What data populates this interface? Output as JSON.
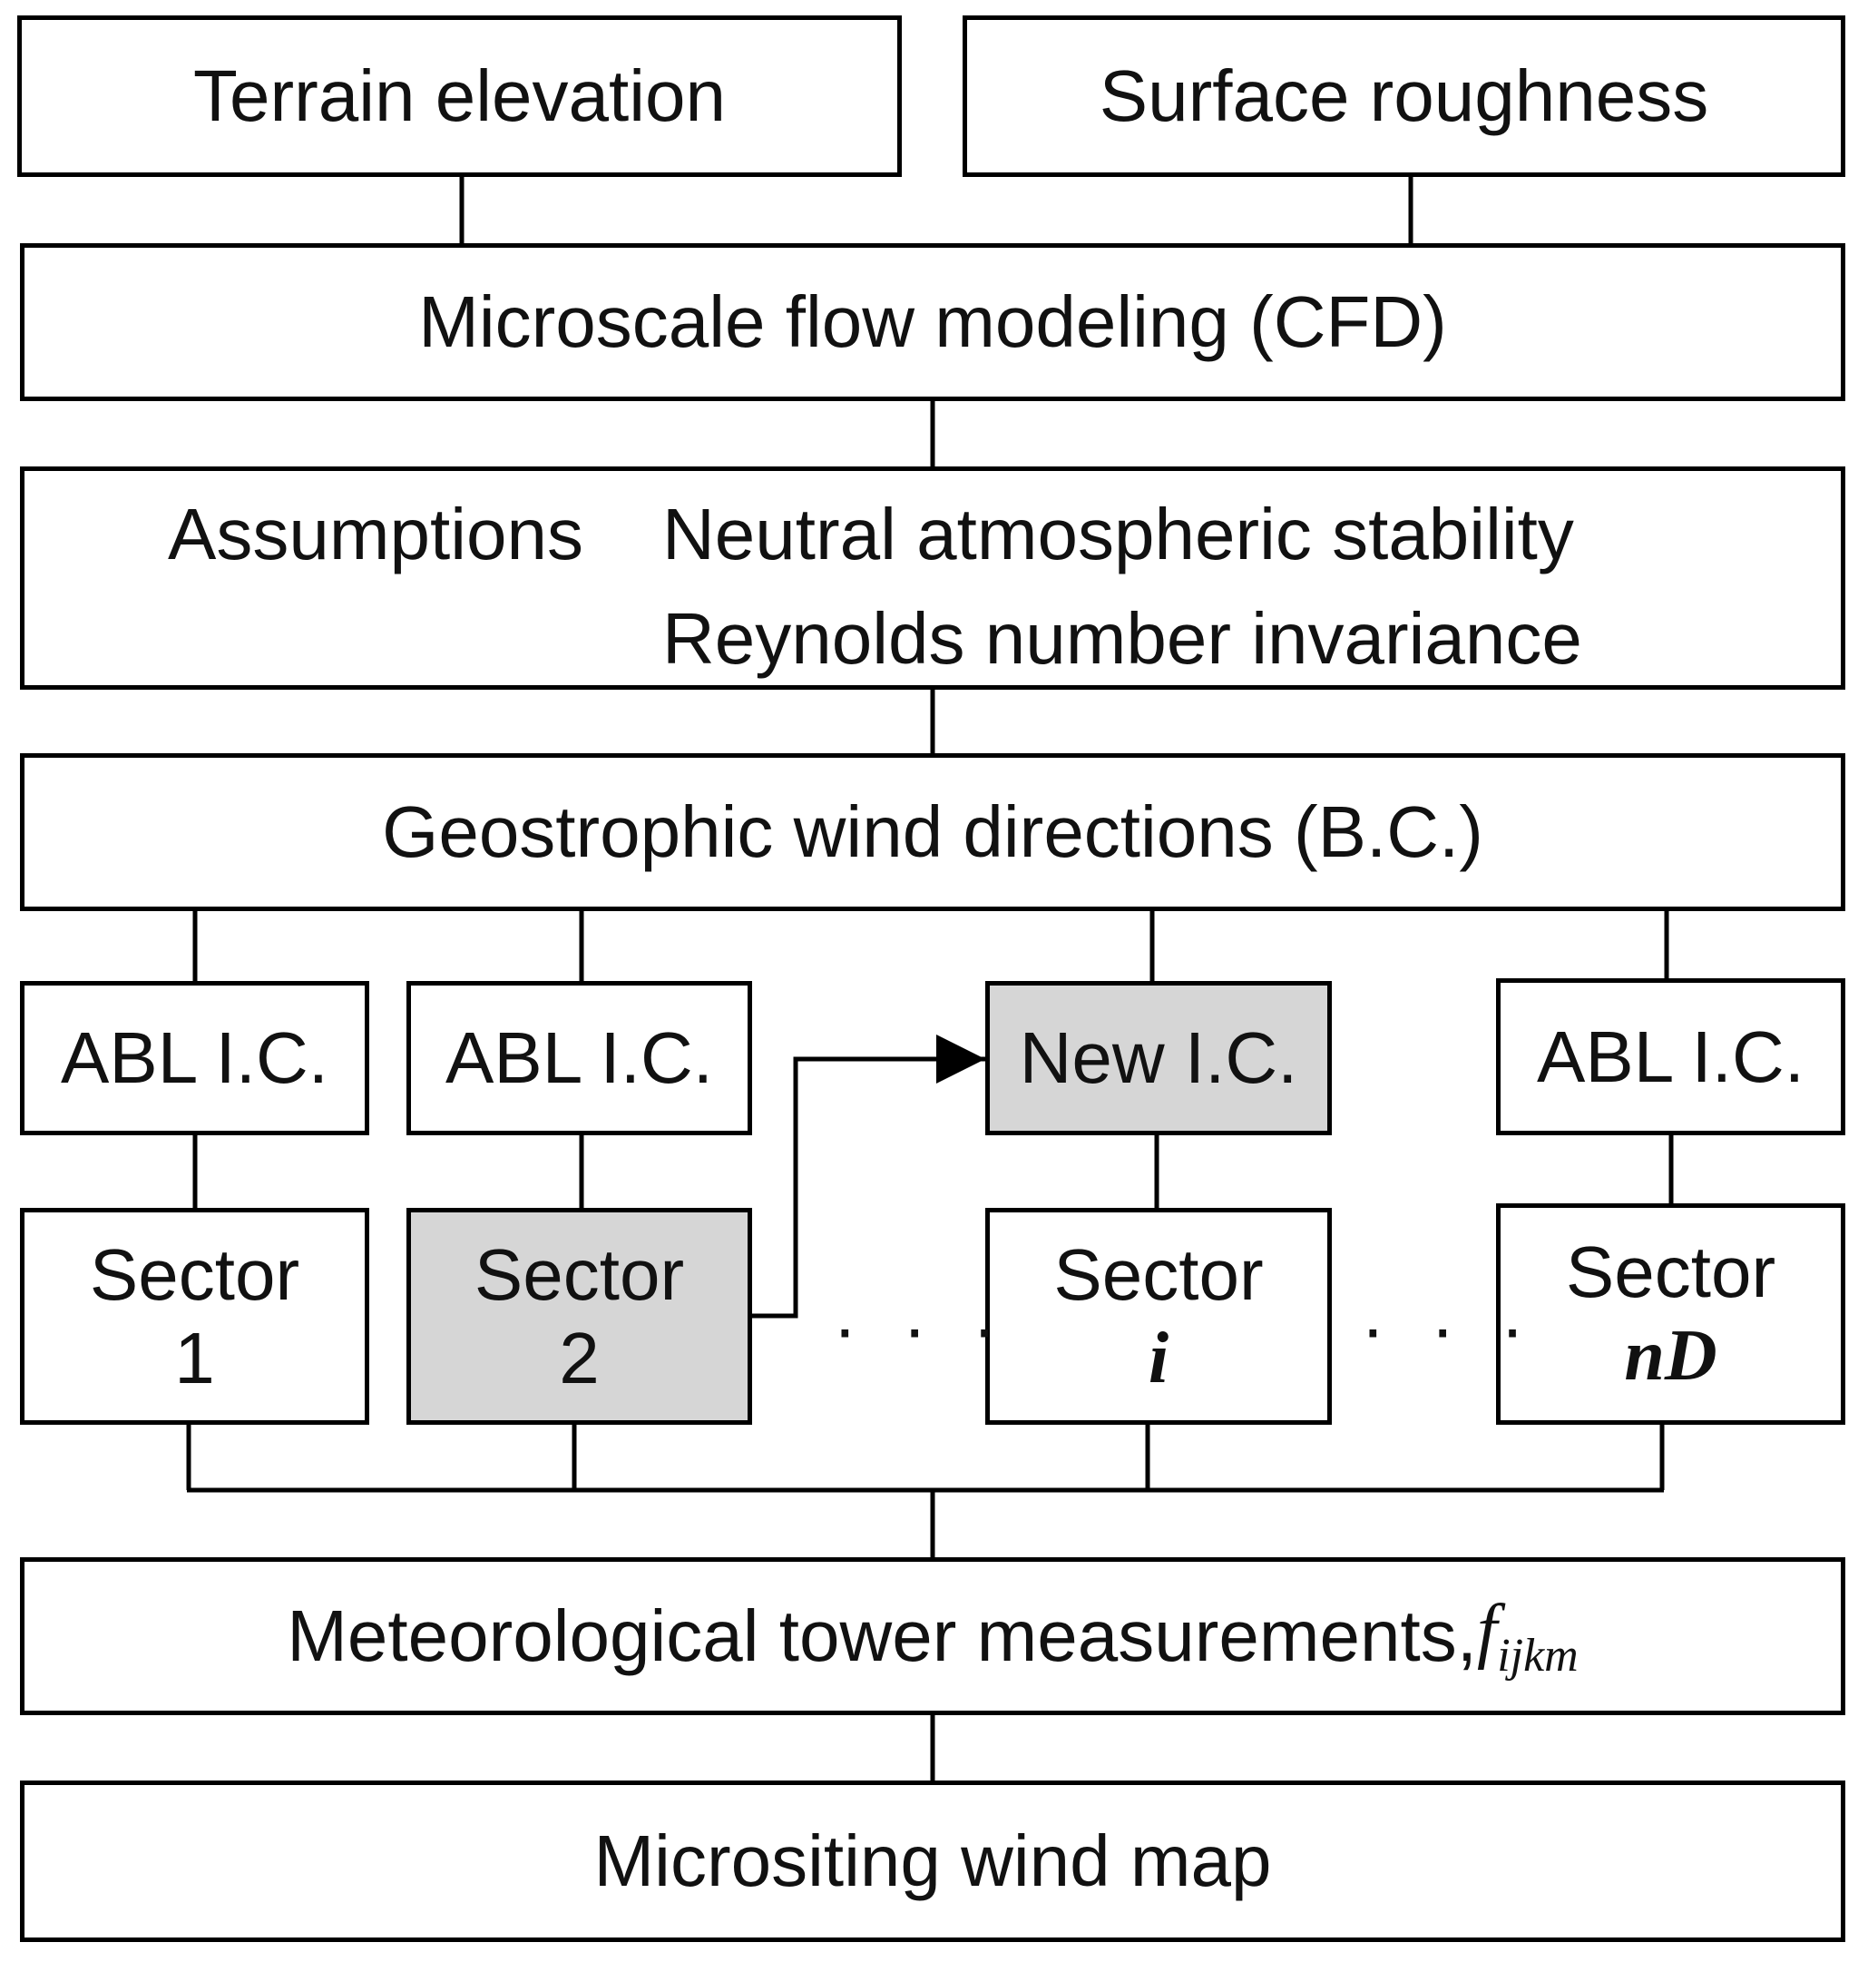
{
  "inputs": {
    "terrain": "Terrain elevation",
    "roughness": "Surface roughness"
  },
  "modeling": "Microscale flow modeling (CFD)",
  "assumptions": {
    "label": "Assumptions",
    "items": [
      "Neutral atmospheric stability",
      "Reynolds number invariance"
    ]
  },
  "boundary": "Geostrophic wind directions (B.C.)",
  "initial_conditions": {
    "abl_1": "ABL I.C.",
    "abl_2": "ABL I.C.",
    "new": "New I.C.",
    "abl_nd": "ABL I.C."
  },
  "sectors": {
    "s1": {
      "label": "Sector",
      "id": "1"
    },
    "s2": {
      "label": "Sector",
      "id": "2"
    },
    "si": {
      "label": "Sector",
      "id": "i"
    },
    "snd": {
      "label": "Sector",
      "id": "nD"
    }
  },
  "ellipsis": "· · ·",
  "measurements": {
    "label": "Meteorological tower measurements,",
    "symbol": "f",
    "subscript": "ijkm"
  },
  "output": "Micrositing wind map",
  "colors": {
    "shaded": "#d6d6d6",
    "line": "#000000"
  }
}
